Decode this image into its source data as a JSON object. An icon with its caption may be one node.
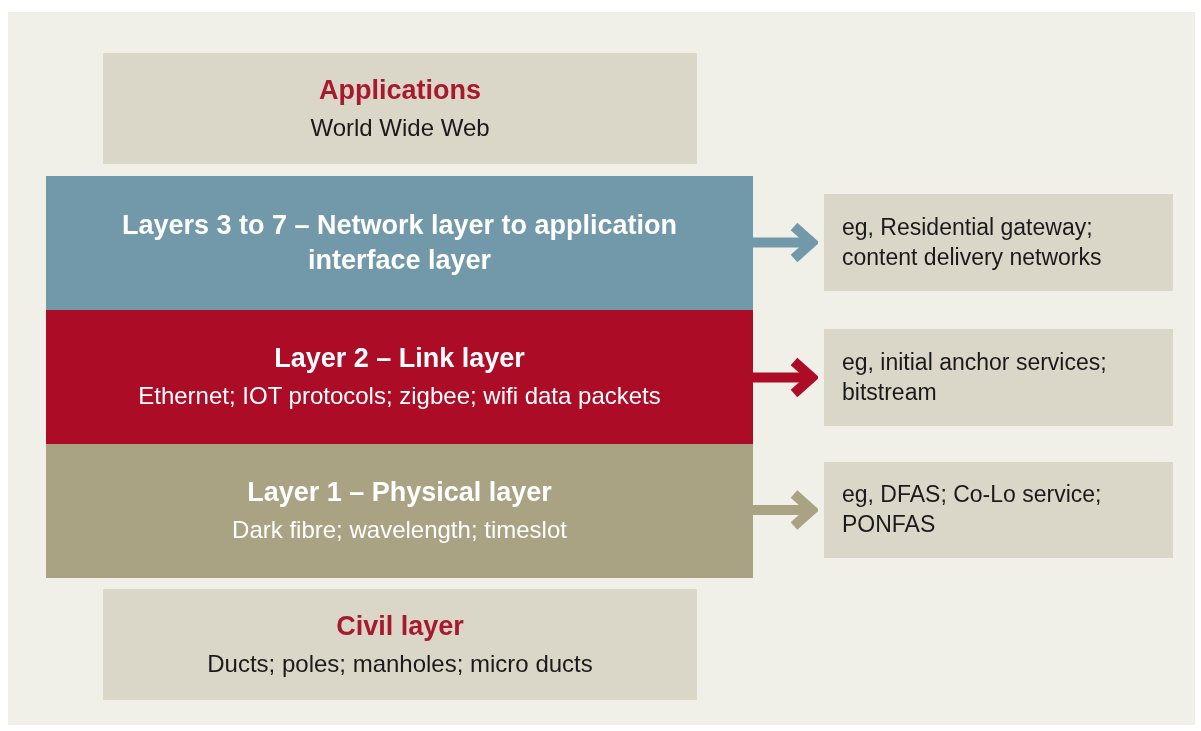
{
  "diagram": {
    "nodes": [
      {
        "text": [
          "Applications",
          "World Wide Web"
        ]
      },
      {
        "text": [
          "Layers 3 to 7 – Network layer to application interface layer"
        ]
      },
      {
        "text": [
          "eg, Residential gateway; content delivery networks"
        ]
      },
      {
        "text": [
          "Layer 2 – Link layer",
          "Ethernet; IOT protocols; zigbee; wifi data packets"
        ]
      },
      {
        "text": [
          "eg, initial anchor services; bitstream"
        ]
      },
      {
        "text": [
          "Layer 1 – Physical layer",
          "Dark fibre; wavelength; timeslot"
        ]
      },
      {
        "text": [
          "eg, DFAS; Co-Lo service; PONFAS"
        ]
      },
      {
        "text": [
          "Civil layer",
          "Ducts; poles; manholes; micro ducts"
        ]
      }
    ],
    "edges": [
      {
        "from": 1,
        "to": 2,
        "arrow": "to",
        "color": "#7299a9"
      },
      {
        "from": 3,
        "to": 4,
        "arrow": "to",
        "color": "#ad0c27"
      },
      {
        "from": 5,
        "to": 6,
        "arrow": "to",
        "color": "#a9a283"
      }
    ]
  }
}
